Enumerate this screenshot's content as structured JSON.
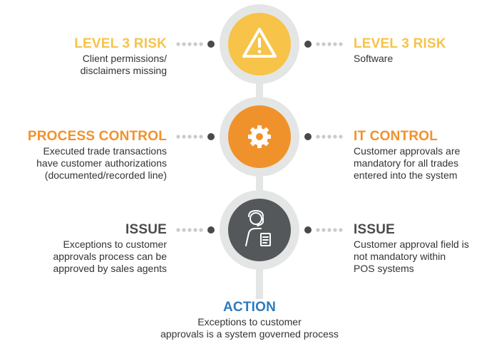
{
  "colors": {
    "level3": "#F7C348",
    "control": "#F0922B",
    "issue": "#55585A",
    "action": "#2E7BBD",
    "ring": "#E4E6E5"
  },
  "rows": [
    {
      "icon": "warning-triangle-icon",
      "left": {
        "heading": "LEVEL 3 RISK",
        "lines": [
          "Client permissions/",
          "disclaimers missing"
        ]
      },
      "right": {
        "heading": "LEVEL 3 RISK",
        "lines": [
          "Software"
        ]
      }
    },
    {
      "icon": "gear-icon",
      "left": {
        "heading": "PROCESS CONTROL",
        "lines": [
          "Executed trade transactions",
          "have customer authorizations",
          "(documented/recorded line)"
        ]
      },
      "right": {
        "heading": "IT CONTROL",
        "lines": [
          "Customer approvals are",
          "mandatory for all trades",
          "entered into the system"
        ]
      }
    },
    {
      "icon": "agent-with-document-icon",
      "left": {
        "heading": "ISSUE",
        "lines": [
          "Exceptions to customer",
          "approvals process can be",
          "approved by sales agents"
        ]
      },
      "right": {
        "heading": "ISSUE",
        "lines": [
          "Customer approval field is",
          "not mandatory within",
          "POS systems"
        ]
      }
    }
  ],
  "action": {
    "heading": "ACTION",
    "lines": [
      "Exceptions to customer",
      "approvals is a system governed process"
    ]
  }
}
